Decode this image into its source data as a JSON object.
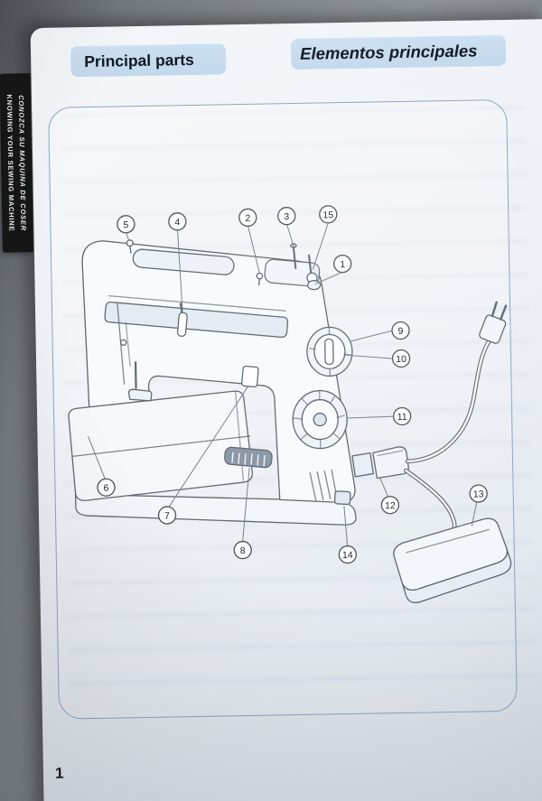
{
  "meta": {
    "page_number": "1"
  },
  "header": {
    "title_en": "Principal parts",
    "title_es": "Elementos principales"
  },
  "sidebar_tab": {
    "line_en": "KNOWING YOUR SEWING MACHINE",
    "line_es": "CONOZCA SU MAQUINA DE COSER"
  },
  "diagram": {
    "subject": "sewing machine with foot controller and power plug, numbered principal parts",
    "callouts": [
      "1",
      "2",
      "3",
      "4",
      "5",
      "6",
      "7",
      "8",
      "9",
      "10",
      "11",
      "12",
      "13",
      "14",
      "15"
    ]
  },
  "colors": {
    "header_pill": "#c3d8ec",
    "page_paper": "#edf1f7",
    "tab_background": "#151515",
    "tab_text": "#f2f2f2",
    "frame_border": "#8ca5c2",
    "line_art": "#5d6873",
    "photo_background": "#82878d"
  }
}
